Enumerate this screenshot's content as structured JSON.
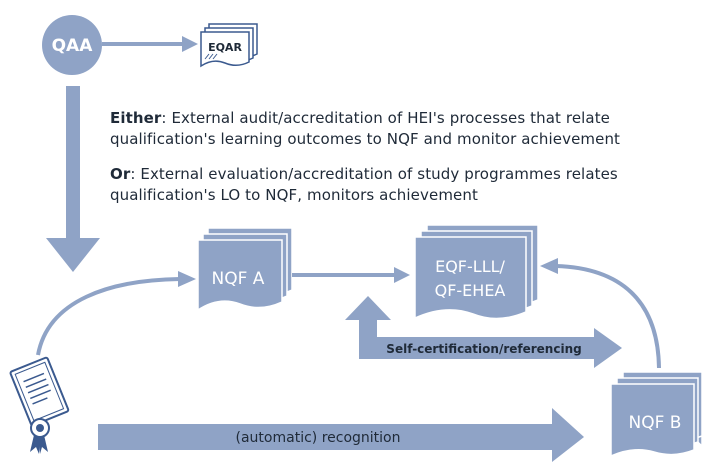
{
  "nodes": {
    "qaa": "QAA",
    "eqar": "EQAR",
    "nqf_a": "NQF A",
    "eqf_line1": "EQF-LLL/",
    "eqf_line2": "QF-EHEA",
    "nqf_b": "NQF B"
  },
  "text": {
    "either_keyword": "Either",
    "either_line1": ": External audit/accreditation of HEI's processes that relate",
    "either_line2": "qualification's learning outcomes to NQF and monitor achievement",
    "or_keyword": "Or",
    "or_line1": ": External evaluation/accreditation of study programmes relates",
    "or_line2": "qualification's LO to NQF, monitors achievement"
  },
  "arrows": {
    "self_certification": "Self-certification/referencing",
    "recognition": "(automatic) recognition"
  },
  "colors": {
    "fill": "#8fa3c6",
    "fill_light": "#a9b9d6",
    "outline": "#3b5a8f",
    "text": "#1f2a38",
    "white": "#ffffff"
  },
  "icons": {
    "certificate": "diploma-certificate-icon",
    "documents": "stacked-documents-icon"
  }
}
